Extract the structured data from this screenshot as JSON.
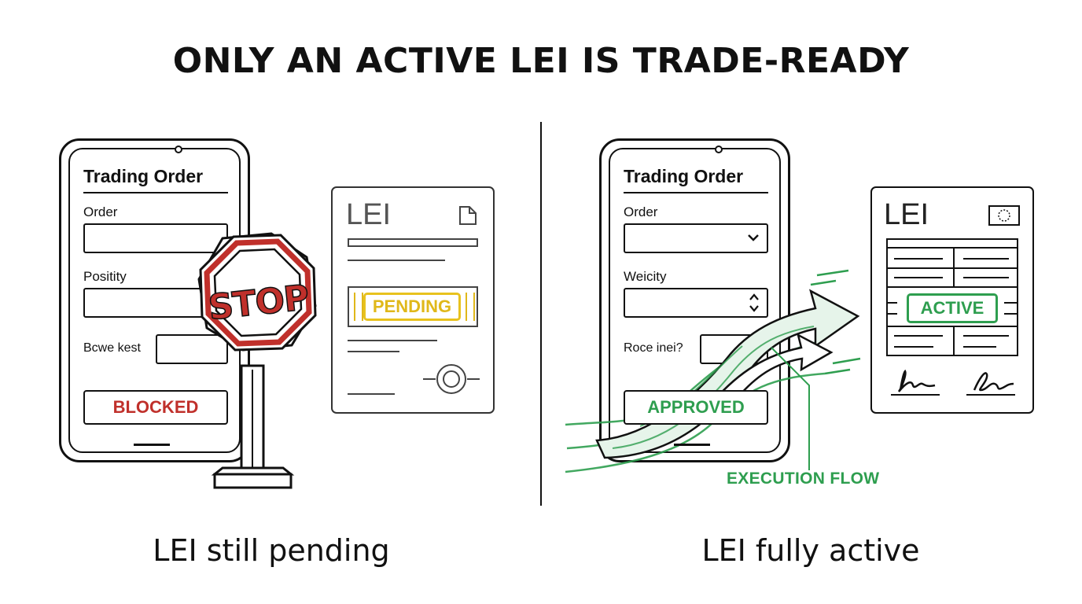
{
  "title": "ONLY AN ACTIVE LEI IS TRADE-READY",
  "left": {
    "phone": {
      "title": "Trading Order",
      "field1_label": "Order",
      "field2_label": "Positity",
      "field3_label": "Bcwe kest",
      "button": "BLOCKED"
    },
    "stop_sign": "STOP",
    "doc": {
      "heading": "LEI",
      "status": "PENDING"
    },
    "caption": "LEI still pending"
  },
  "right": {
    "phone": {
      "title": "Trading Order",
      "field1_label": "Order",
      "field2_label": "Weicity",
      "field3_label": "Rocе inei?",
      "button": "APPROVED"
    },
    "doc": {
      "heading": "LEI",
      "status": "ACTIVE"
    },
    "flow_label": "EXECUTION FLOW",
    "caption": "LEI fully active"
  },
  "colors": {
    "blocked_red": "#c0302b",
    "stop_red": "#c0302b",
    "pending_yellow": "#e0b81a",
    "active_green": "#2e9e4f"
  },
  "icons": [
    "document-icon",
    "seal-icon",
    "chevron-down-icon",
    "stepper-icon",
    "stamp-icon",
    "signature-icon",
    "arrow-icon"
  ]
}
